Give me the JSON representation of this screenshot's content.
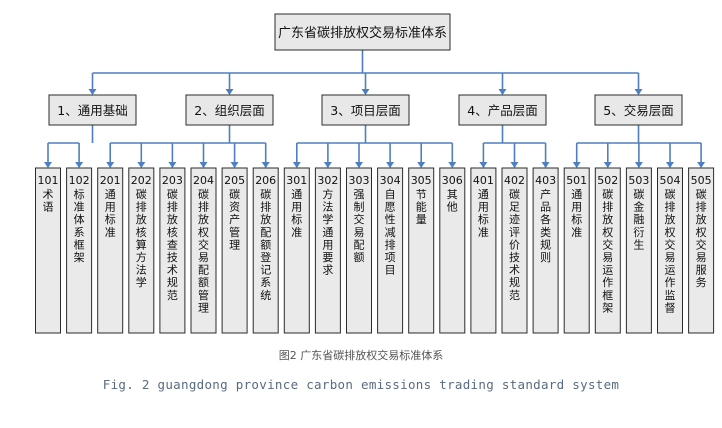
{
  "root": {
    "label": "广东省碳排放权交易标准体系"
  },
  "categories": [
    {
      "label": "1、通用基础",
      "leaves": [
        {
          "code": "101",
          "text": "术语"
        },
        {
          "code": "102",
          "text": "标准体系框架"
        }
      ]
    },
    {
      "label": "2、组织层面",
      "leaves": [
        {
          "code": "201",
          "text": "通用标准"
        },
        {
          "code": "202",
          "text": "碳排放核算方法学"
        },
        {
          "code": "203",
          "text": "碳排放核查技术规范"
        },
        {
          "code": "204",
          "text": "碳排放权交易配额管理"
        },
        {
          "code": "205",
          "text": "碳资产管理"
        },
        {
          "code": "206",
          "text": "碳排放配额登记系统"
        }
      ]
    },
    {
      "label": "3、项目层面",
      "leaves": [
        {
          "code": "301",
          "text": "通用标准"
        },
        {
          "code": "302",
          "text": "方法学通用要求"
        },
        {
          "code": "303",
          "text": "强制交易配额"
        },
        {
          "code": "304",
          "text": "自愿性减排项目"
        },
        {
          "code": "305",
          "text": "节能量"
        },
        {
          "code": "306",
          "text": "其他"
        }
      ]
    },
    {
      "label": "4、产品层面",
      "leaves": [
        {
          "code": "401",
          "text": "通用标准"
        },
        {
          "code": "402",
          "text": "碳足迹评价技术规范"
        },
        {
          "code": "403",
          "text": "产品各类规则"
        }
      ]
    },
    {
      "label": "5、交易层面",
      "leaves": [
        {
          "code": "501",
          "text": "通用标准"
        },
        {
          "code": "502",
          "text": "碳排放权交易运作框架"
        },
        {
          "code": "503",
          "text": "碳金融衍生"
        },
        {
          "code": "504",
          "text": "碳排放权交易运作监督"
        },
        {
          "code": "505",
          "text": "碳排放权交易服务"
        }
      ]
    }
  ],
  "caption": {
    "cn": "图2 广东省碳排放权交易标准体系",
    "en": "Fig. 2 guangdong province carbon emissions trading standard system"
  },
  "colors": {
    "connector": "#4f7fc0",
    "box_fill": "#e8e8e8",
    "border": "#2b2b2b"
  }
}
